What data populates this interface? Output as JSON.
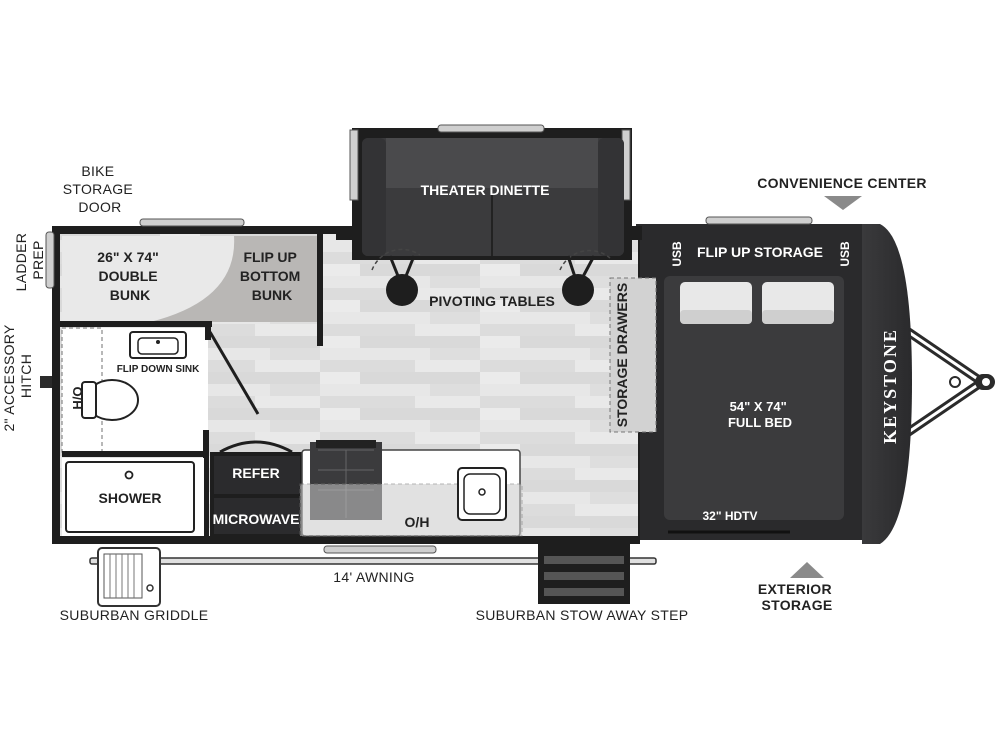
{
  "brand": {
    "name": "KEYSTONE"
  },
  "colors": {
    "wall": "#1e1e1e",
    "floor": "#e3e3e3",
    "dark_fixture": "#3b3b3d",
    "bunk_light": "#e9e9e9",
    "bunk_gray": "#b9b7b5",
    "label_on_dark": "#ffffff",
    "label_on_light": "#222222"
  },
  "labels": {
    "bike_storage_door": [
      "BIKE",
      "STORAGE",
      "DOOR"
    ],
    "ladder_prep": [
      "LADDER",
      "PREP"
    ],
    "accessory_hitch": [
      "2\" ACCESSORY",
      "HITCH"
    ],
    "double_bunk": [
      "26\" X 74\"",
      "DOUBLE",
      "BUNK"
    ],
    "flip_up_bottom_bunk": [
      "FLIP UP",
      "BOTTOM",
      "BUNK"
    ],
    "theater_dinette": "THEATER DINETTE",
    "pivoting_tables": "PIVOTING TABLES",
    "convenience_center": "CONVENIENCE CENTER",
    "flip_up_storage": "FLIP UP STORAGE",
    "usb": "USB",
    "storage_drawers": "STORAGE DRAWERS",
    "full_bed": [
      "54\" X 74\"",
      "FULL BED"
    ],
    "hdtv": "32\" HDTV",
    "flip_down_sink": "FLIP DOWN SINK",
    "ho": "H/O",
    "shower": "SHOWER",
    "refer": "REFER",
    "microwave": "MICROWAVE",
    "oh": "O/H",
    "awning": "14' AWNING",
    "suburban_griddle": "SUBURBAN GRIDDLE",
    "suburban_stow_away_step": "SUBURBAN STOW AWAY STEP",
    "exterior_storage": [
      "EXTERIOR",
      "STORAGE"
    ]
  }
}
